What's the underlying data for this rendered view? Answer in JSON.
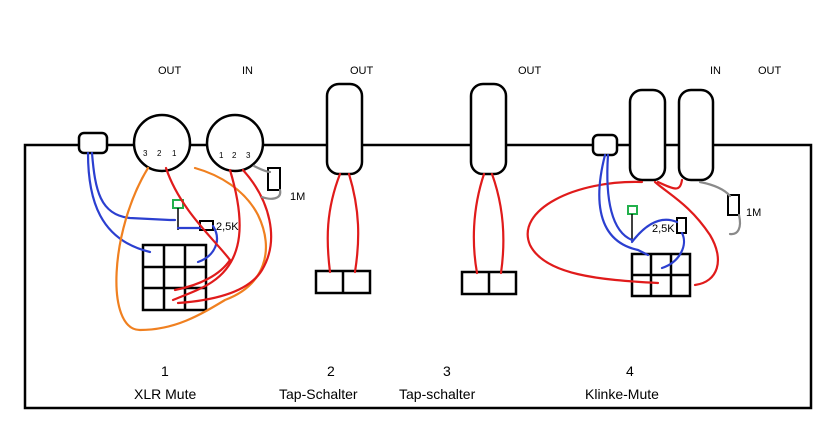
{
  "labels": {
    "out_1": "OUT",
    "in_1": "IN",
    "out_2": "OUT",
    "out_3": "OUT",
    "in_4": "IN",
    "out_4": "OUT",
    "pins_left": [
      "3",
      "2",
      "1"
    ],
    "pins_right": [
      "1",
      "2",
      "3"
    ],
    "res_1m_a": "1M",
    "res_25k_a": "2,5K",
    "res_25k_b": "2,5K",
    "res_1m_b": "1M"
  },
  "sections": [
    {
      "number": "1",
      "name": "XLR Mute"
    },
    {
      "number": "2",
      "name": "Tap-Schalter"
    },
    {
      "number": "3",
      "name": "Tap-schalter"
    },
    {
      "number": "4",
      "name": "Klinke-Mute"
    }
  ],
  "colors": {
    "box": "#000000",
    "wire_red": "#e01b1b",
    "wire_blue": "#2b3fd0",
    "wire_orange": "#f08020",
    "wire_gray": "#8a8a8a",
    "led_green": "#22b14c"
  }
}
